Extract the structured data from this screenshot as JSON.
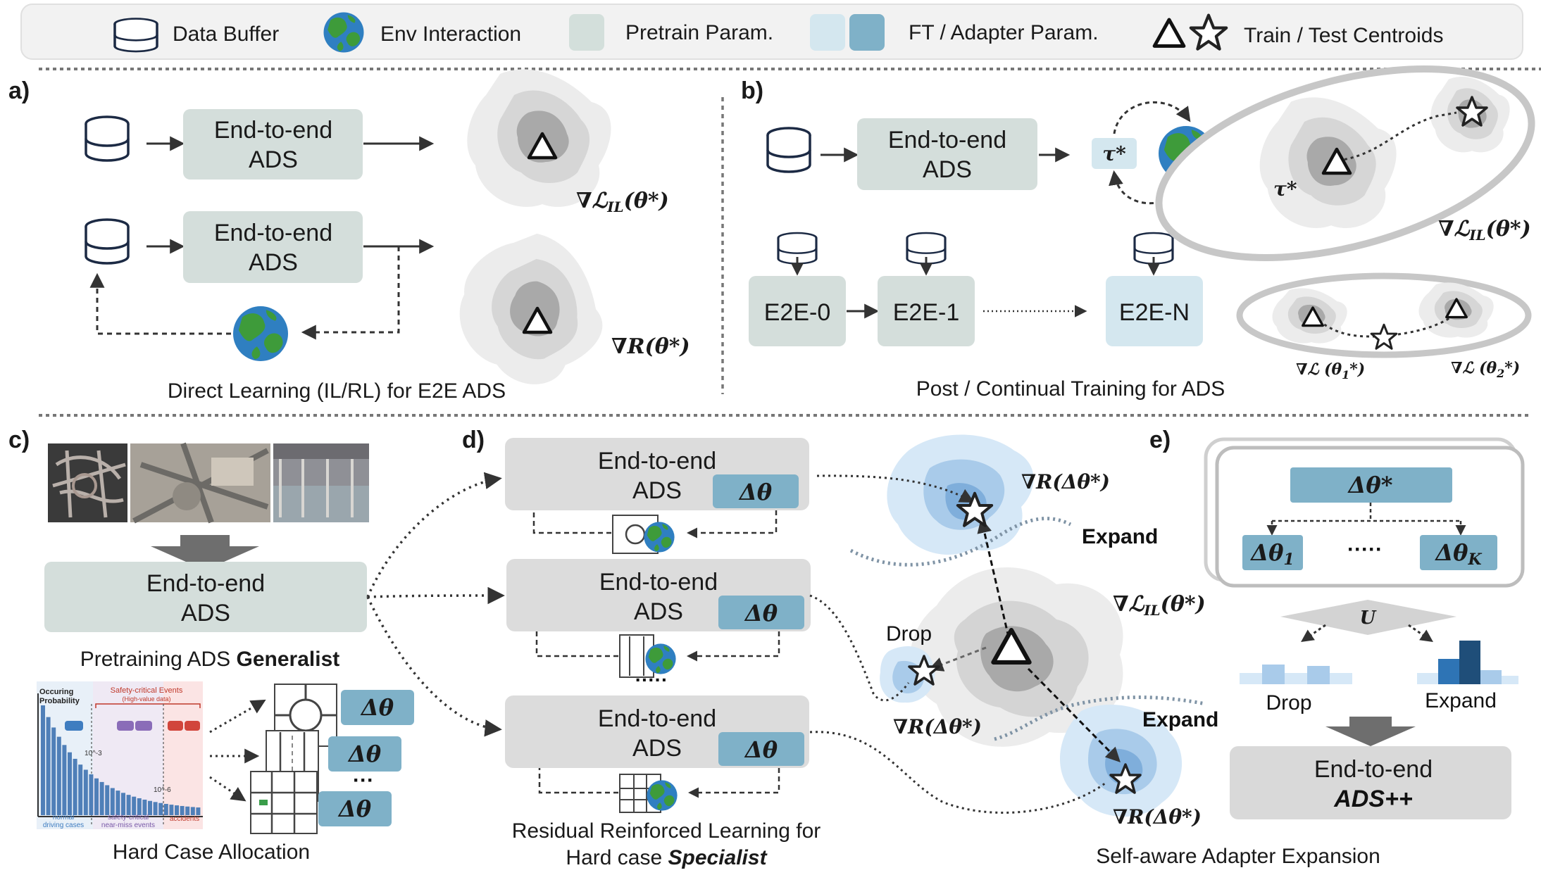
{
  "legend": {
    "data_buffer": "Data Buffer",
    "env_interaction": "Env Interaction",
    "pretrain_param": "Pretrain Param.",
    "ft_adapter_param": "FT / Adapter Param.",
    "centroids": "Train / Test Centroids"
  },
  "panel_a": {
    "label": "a)",
    "ads_line1": "End-to-end",
    "ads_line2": "ADS",
    "grad_il": "∇ℒ",
    "grad_il_sub": "IL",
    "grad_il_arg": "(θ*)",
    "grad_r": "∇R(θ*)",
    "caption": "Direct Learning (IL/RL) for E2E ADS"
  },
  "panel_b": {
    "label": "b)",
    "ads_line1": "End-to-end",
    "ads_line2": "ADS",
    "tau": "τ*",
    "e2e_0": "E2E-0",
    "e2e_1": "E2E-1",
    "e2e_n": "E2E-N",
    "grad_il": "∇ℒ",
    "grad_il_sub": "IL",
    "grad_il_arg": "(θ*)",
    "grad_l1": "∇ℒ (θ",
    "grad_l1_sub": "1",
    "grad_l2": "∇ℒ (θ",
    "grad_l2_sub": "2",
    "caption": "Post / Continual Training for ADS"
  },
  "panel_c": {
    "label": "c)",
    "ads_line1": "End-to-end",
    "ads_line2": "ADS",
    "caption_pre": "Pretraining ADS ",
    "caption_bold": "Generalist",
    "hist_occurring": "Occuring",
    "hist_probability": "Probability",
    "hist_safety": "Safety-critical Events",
    "hist_highvalue": "(High-value data)",
    "hist_e3": "10^-3",
    "hist_e6": "10^-6",
    "hist_normal1": "normal",
    "hist_normal2": "driving cases",
    "hist_safety1": "safety-critical",
    "hist_safety2": "near-miss events",
    "hist_accidents": "accidents",
    "delta": "Δθ",
    "dots": "···",
    "caption_hard": "Hard Case Allocation"
  },
  "panel_d": {
    "label": "d)",
    "ads_line1": "End-to-end",
    "ads_line2": "ADS",
    "delta": "Δθ",
    "dots": "·····",
    "caption1": "Residual Reinforced Learning for",
    "caption2_pre": "Hard case ",
    "caption2_bold": "Specialist"
  },
  "panel_mid": {
    "grad_r_top": "∇R(Δθ*)",
    "expand_top": "Expand",
    "grad_il": "∇ℒ",
    "grad_il_sub": "IL",
    "grad_il_arg": "(θ*)",
    "drop": "Drop",
    "grad_r_left": "∇R(Δθ*)",
    "expand_bottom": "Expand",
    "grad_r_bottom": "∇R(Δθ*)",
    "caption": "Self-aware Adapter Expansion"
  },
  "panel_e": {
    "label": "e)",
    "delta_star": "Δθ*",
    "delta_1": "Δθ",
    "delta_1_sub": "1",
    "dots": "·····",
    "delta_k": "Δθ",
    "delta_k_sub": "K",
    "union": "U",
    "drop": "Drop",
    "expand": "Expand",
    "ads_line1": "End-to-end",
    "ads_line2": "ADS++"
  },
  "colors": {
    "pretrain": "#d3dfdb",
    "ft_light": "#d4e7ef",
    "ft_dark": "#7fb1c8",
    "generalist_box": "#d4dedb",
    "specialist_box": "#dcdcdc",
    "dark_blue": "#1f4e79",
    "earth_blue": "#2f7fc1",
    "earth_green": "#3e9b3a"
  }
}
